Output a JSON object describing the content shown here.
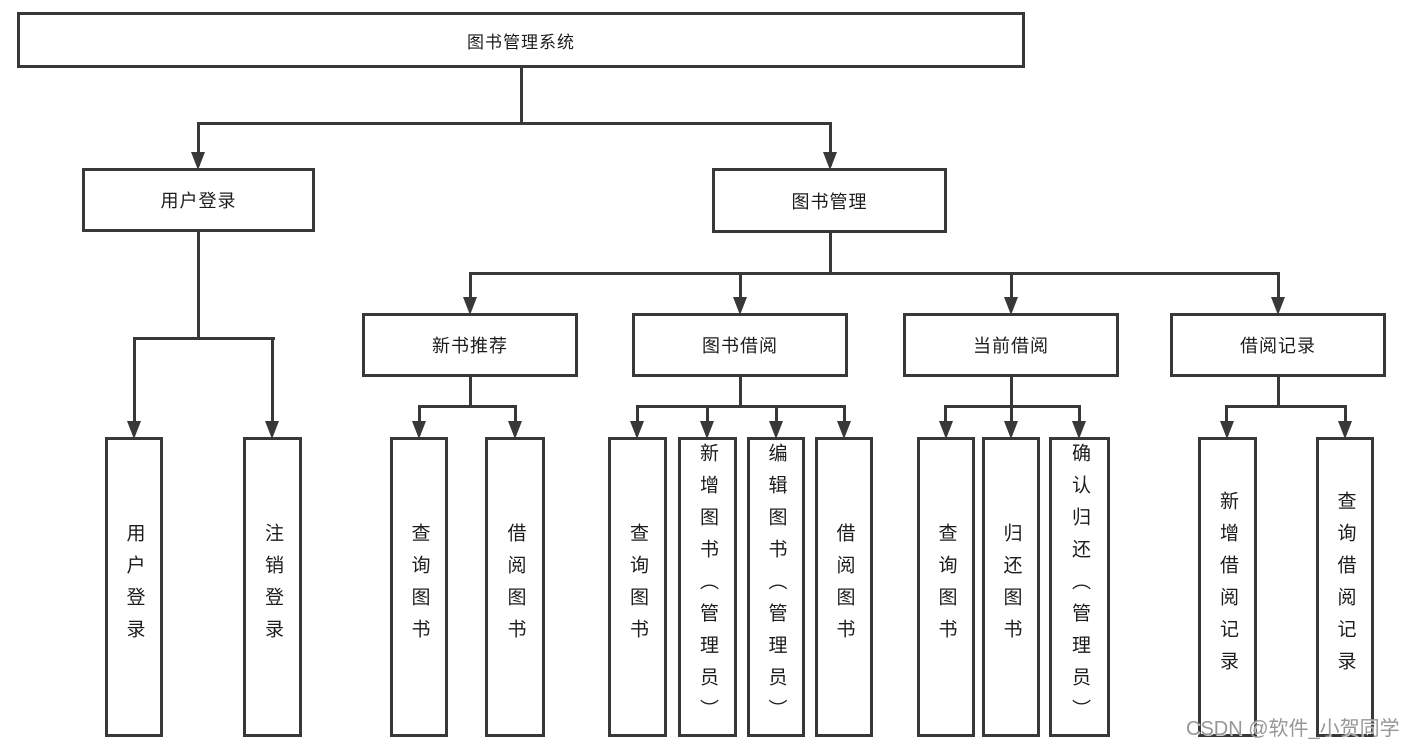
{
  "diagram": {
    "type": "hierarchy-tree",
    "root": {
      "label": "图书管理系统"
    },
    "level2": [
      {
        "label": "用户登录"
      },
      {
        "label": "图书管理"
      }
    ],
    "level3": [
      {
        "label": "新书推荐",
        "parent": "图书管理"
      },
      {
        "label": "图书借阅",
        "parent": "图书管理"
      },
      {
        "label": "当前借阅",
        "parent": "图书管理"
      },
      {
        "label": "借阅记录",
        "parent": "图书管理"
      }
    ],
    "leaves": [
      {
        "label": "用户登录",
        "parent": "用户登录"
      },
      {
        "label": "注销登录",
        "parent": "用户登录"
      },
      {
        "label": "查询图书",
        "parent": "新书推荐"
      },
      {
        "label": "借阅图书",
        "parent": "新书推荐"
      },
      {
        "label": "查询图书",
        "parent": "图书借阅"
      },
      {
        "label": "新增图书（管理员）",
        "parent": "图书借阅"
      },
      {
        "label": "编辑图书（管理员）",
        "parent": "图书借阅"
      },
      {
        "label": "借阅图书",
        "parent": "图书借阅"
      },
      {
        "label": "查询图书",
        "parent": "当前借阅"
      },
      {
        "label": "归还图书",
        "parent": "当前借阅"
      },
      {
        "label": "确认归还（管理员）",
        "parent": "当前借阅"
      },
      {
        "label": "新增借阅记录",
        "parent": "借阅记录"
      },
      {
        "label": "查询借阅记录",
        "parent": "借阅记录"
      }
    ],
    "watermark": "CSDN @软件_小贺同学",
    "colors": {
      "line": "#383838",
      "text": "#1c1c1c",
      "watermark": "#979797",
      "background": "#ffffff"
    }
  }
}
